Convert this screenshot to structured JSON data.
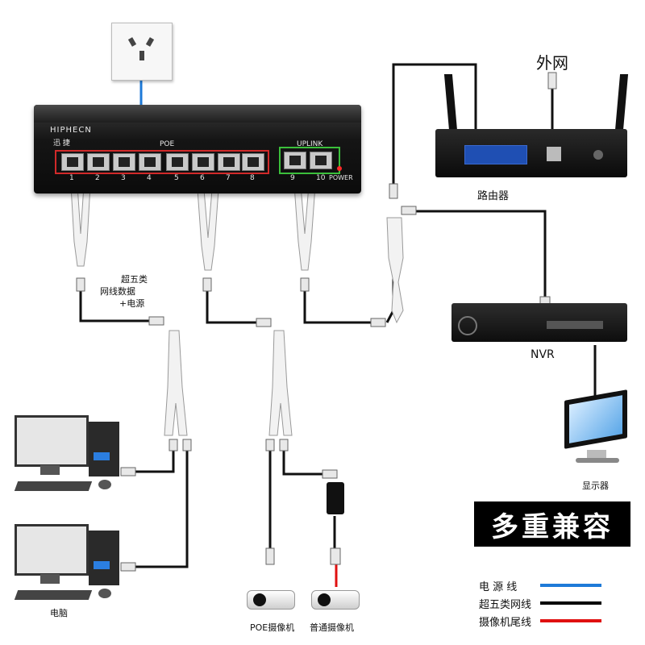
{
  "switch": {
    "brand": "HIPHECN",
    "brand_sub": "迅 捷",
    "poe_label": "POE",
    "uplink_label": "UPLINK",
    "power_label": "POWER",
    "port_numbers": [
      "1",
      "2",
      "3",
      "4",
      "5",
      "6",
      "7",
      "8",
      "9",
      "10"
    ]
  },
  "labels": {
    "internet": "外网",
    "router": "路由器",
    "nvr": "NVR",
    "cable_note_line1": "超五类",
    "cable_note_line2": "网线数据",
    "cable_note_line3": "+电源",
    "monitor": "显示器",
    "computer": "电脑",
    "poe_camera": "POE摄像机",
    "normal_camera": "普通摄像机"
  },
  "banner": "多重兼容",
  "legend": [
    {
      "label": "电 源 线",
      "color": "#1e7ad8"
    },
    {
      "label": "超五类网线",
      "color": "#000000"
    },
    {
      "label": "摄像机尾线",
      "color": "#e01010"
    }
  ]
}
